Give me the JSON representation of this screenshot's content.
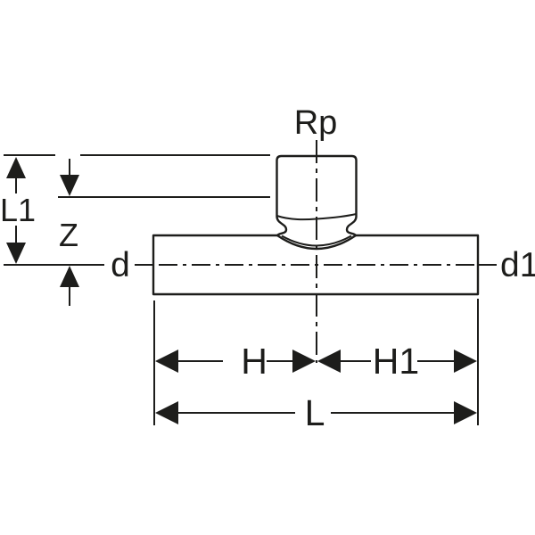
{
  "diagram": {
    "labels": {
      "rp": "Rp",
      "l1": "L1",
      "z": "Z",
      "d": "d",
      "d1": "d1",
      "h": "H",
      "h1": "H1",
      "l": "L"
    },
    "colors": {
      "line": "#1d1d1b",
      "background": "#ffffff"
    }
  }
}
